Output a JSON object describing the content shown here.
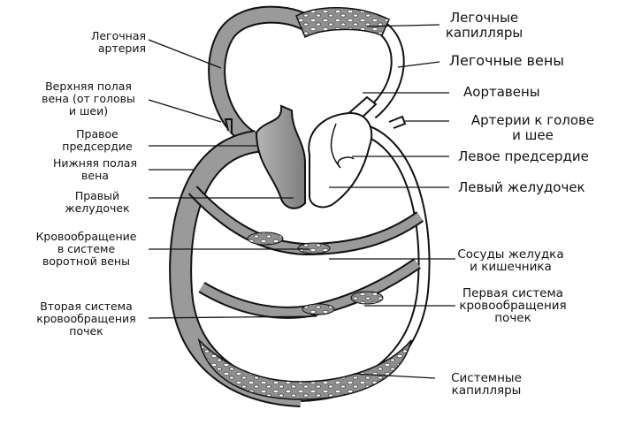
{
  "labels_left": {
    "pulmonary_artery": [
      "Легочная",
      "артерия"
    ],
    "superior_vena_cava": [
      "Верхняя полая",
      "вена (от головы",
      "и шеи)"
    ],
    "right_atrium": [
      "Правое",
      "предсердие"
    ],
    "inferior_vena_cava": [
      "Нижняя полая",
      "вена"
    ],
    "right_ventricle": [
      "Правый",
      "желудочек"
    ],
    "portal_circulation": [
      "Кровообращение",
      "в системе",
      "воротной вены"
    ],
    "second_kidney_system": [
      "Вторая система",
      "кровообращения",
      "почек"
    ]
  },
  "labels_right": {
    "pulmonary_capillaries": [
      "Легочные",
      "капилляры"
    ],
    "pulmonary_veins": "Легочные вены",
    "aorta": "Аортавены",
    "head_neck_arteries": [
      "Артерии к голове",
      "и шее"
    ],
    "left_atrium": "Левое предсердие",
    "left_ventricle": "Левый желудочек",
    "gut_vessels": [
      "Сосуды желудка",
      "и кишечника"
    ],
    "first_kidney_system": [
      "Первая система",
      "кровообращения",
      "почек"
    ],
    "systemic_capillaries": [
      "Системные",
      "капилляры"
    ]
  },
  "colors": {
    "venous": "#9a9a9a",
    "arterial": "#ffffff",
    "outline": "#111111"
  }
}
